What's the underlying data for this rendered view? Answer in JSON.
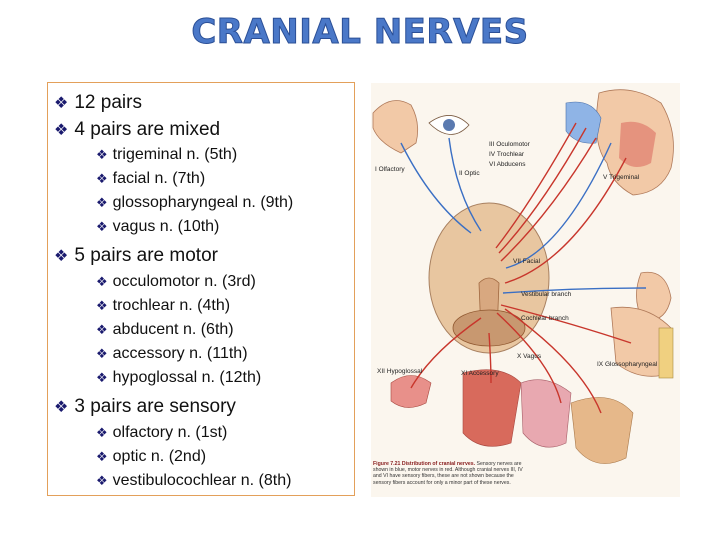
{
  "title": "CRANIAL NERVES",
  "list": [
    {
      "label": "12 pairs",
      "children": []
    },
    {
      "label": "4 pairs are mixed",
      "children": [
        "trigeminal n. (5th)",
        "facial n. (7th)",
        "glossopharyngeal n. (9th)",
        "vagus n. (10th)"
      ]
    },
    {
      "label": "5 pairs are motor",
      "children": [
        "occulomotor n. (3rd)",
        "trochlear n. (4th)",
        "abducent n. (6th)",
        "accessory n. (11th)",
        "hypoglossal n. (12th)"
      ]
    },
    {
      "label": "3 pairs are sensory",
      "children": [
        "olfactory n. (1st)",
        "optic n. (2nd)",
        "vestibulocochlear n. (8th)"
      ]
    }
  ],
  "bullet_glyph": "❖",
  "figure": {
    "labels": {
      "olfactory": "I Olfactory",
      "optic": "II Optic",
      "oculomotor": "III Oculomotor",
      "trochlear": "IV Trochlear",
      "abducens": "VI Abducens",
      "trigeminal": "V Trigeminal",
      "facial": "VII Facial",
      "vestibular": "Vestibular branch",
      "cochlear": "Cochlear branch",
      "vagus": "X Vagus",
      "hypoglossal": "XII Hypoglossal",
      "accessory": "XI Accessory",
      "glossopharyngeal": "IX Glossopharyngeal"
    },
    "caption_title": "Figure 7.21  Distribution of cranial nerves.",
    "caption_text": "Sensory nerves are shown in blue, motor nerves in red. Although cranial nerves III, IV and VI have sensory fibers, these are not shown because the sensory fibers account for only a minor part of these nerves."
  },
  "colors": {
    "title": "#4a78c8",
    "bullet": "#1a1a6e",
    "box_border": "#e3a05a",
    "motor": "#c8362c",
    "sensory": "#3a6fc4"
  }
}
